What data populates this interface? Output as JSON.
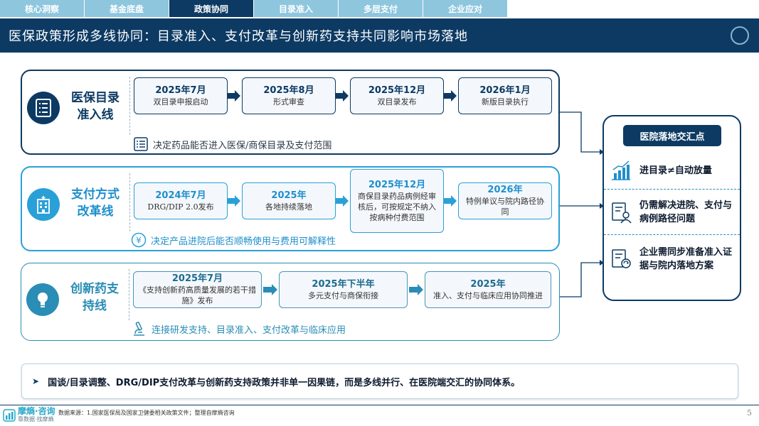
{
  "tabs": [
    "核心洞察",
    "基金底盘",
    "政策协同",
    "目录准入",
    "多层支付",
    "企业应对"
  ],
  "active_tab": 2,
  "title": "医保政策形成多线协同：目录准入、支付改革与创新药支持共同影响市场落地",
  "lanes": [
    {
      "title_line1": "医保目录",
      "title_line2": "准入线",
      "icon": "list-document-icon",
      "steps": [
        {
          "date": "2025年7月",
          "desc": "双目录申报启动"
        },
        {
          "date": "2025年8月",
          "desc": "形式审查"
        },
        {
          "date": "2025年12月",
          "desc": "双目录发布"
        },
        {
          "date": "2026年1月",
          "desc": "新版目录执行"
        }
      ],
      "note": "决定药品能否进入医保/商保目录及支付范围",
      "note_icon": "checklist-icon"
    },
    {
      "title_line1": "支付方式",
      "title_line2": "改革线",
      "icon": "hospital-building-icon",
      "steps": [
        {
          "date": "2024年7月",
          "desc": "DRG/DIP 2.0发布"
        },
        {
          "date": "2025年",
          "desc": "各地持续落地"
        },
        {
          "date": "2025年12月",
          "desc": "商保目录药品病例经审核后，可按规定不纳入按病种付费范围"
        },
        {
          "date": "2026年",
          "desc": "特例单议与院内路径协同"
        }
      ],
      "note": "决定产品进院后能否顺畅使用与费用可解释性",
      "note_icon": "yuan-coin-icon"
    },
    {
      "title_line1": "创新药支",
      "title_line2": "持线",
      "icon": "lightbulb-icon",
      "steps": [
        {
          "date": "2025年7月",
          "desc": "《支持创新药高质量发展的若干措施》发布"
        },
        {
          "date": "2025年下半年",
          "desc": "多元支付与商保衔接"
        },
        {
          "date": "2025年",
          "desc": "准入、支付与临床应用协同推进"
        }
      ],
      "note": "连接研发支持、目录准入、支付改革与临床应用",
      "note_icon": "microscope-icon"
    }
  ],
  "hub": {
    "title": "医院落地交汇点",
    "items": [
      {
        "text": "进目录≠自动放量",
        "icon": "bar-chart-growth-icon"
      },
      {
        "text": "仍需解决进院、支付与病例路径问题",
        "icon": "document-person-icon"
      },
      {
        "text": "企业需同步准备准入证据与院内落地方案",
        "icon": "document-refresh-icon"
      }
    ]
  },
  "callout": {
    "bullet": "➤",
    "text": "国谈/目录调整、DRG/DIP支付改革与创新药支持政策并非单一因果链，而是多线并行、在医院端交汇的协同体系。"
  },
  "footer": {
    "brand": "摩熵·咨询",
    "brand_sub": "靠数据·找摩熵",
    "source": "数据来源：1.国家医保局及国家卫健委相关政策文件；整理自摩熵咨询",
    "page": "5"
  },
  "colors": {
    "navy": "#0c3a63",
    "blue": "#2aa0d8",
    "teal": "#2a8db5",
    "tab_inactive": "#8ec6de"
  }
}
